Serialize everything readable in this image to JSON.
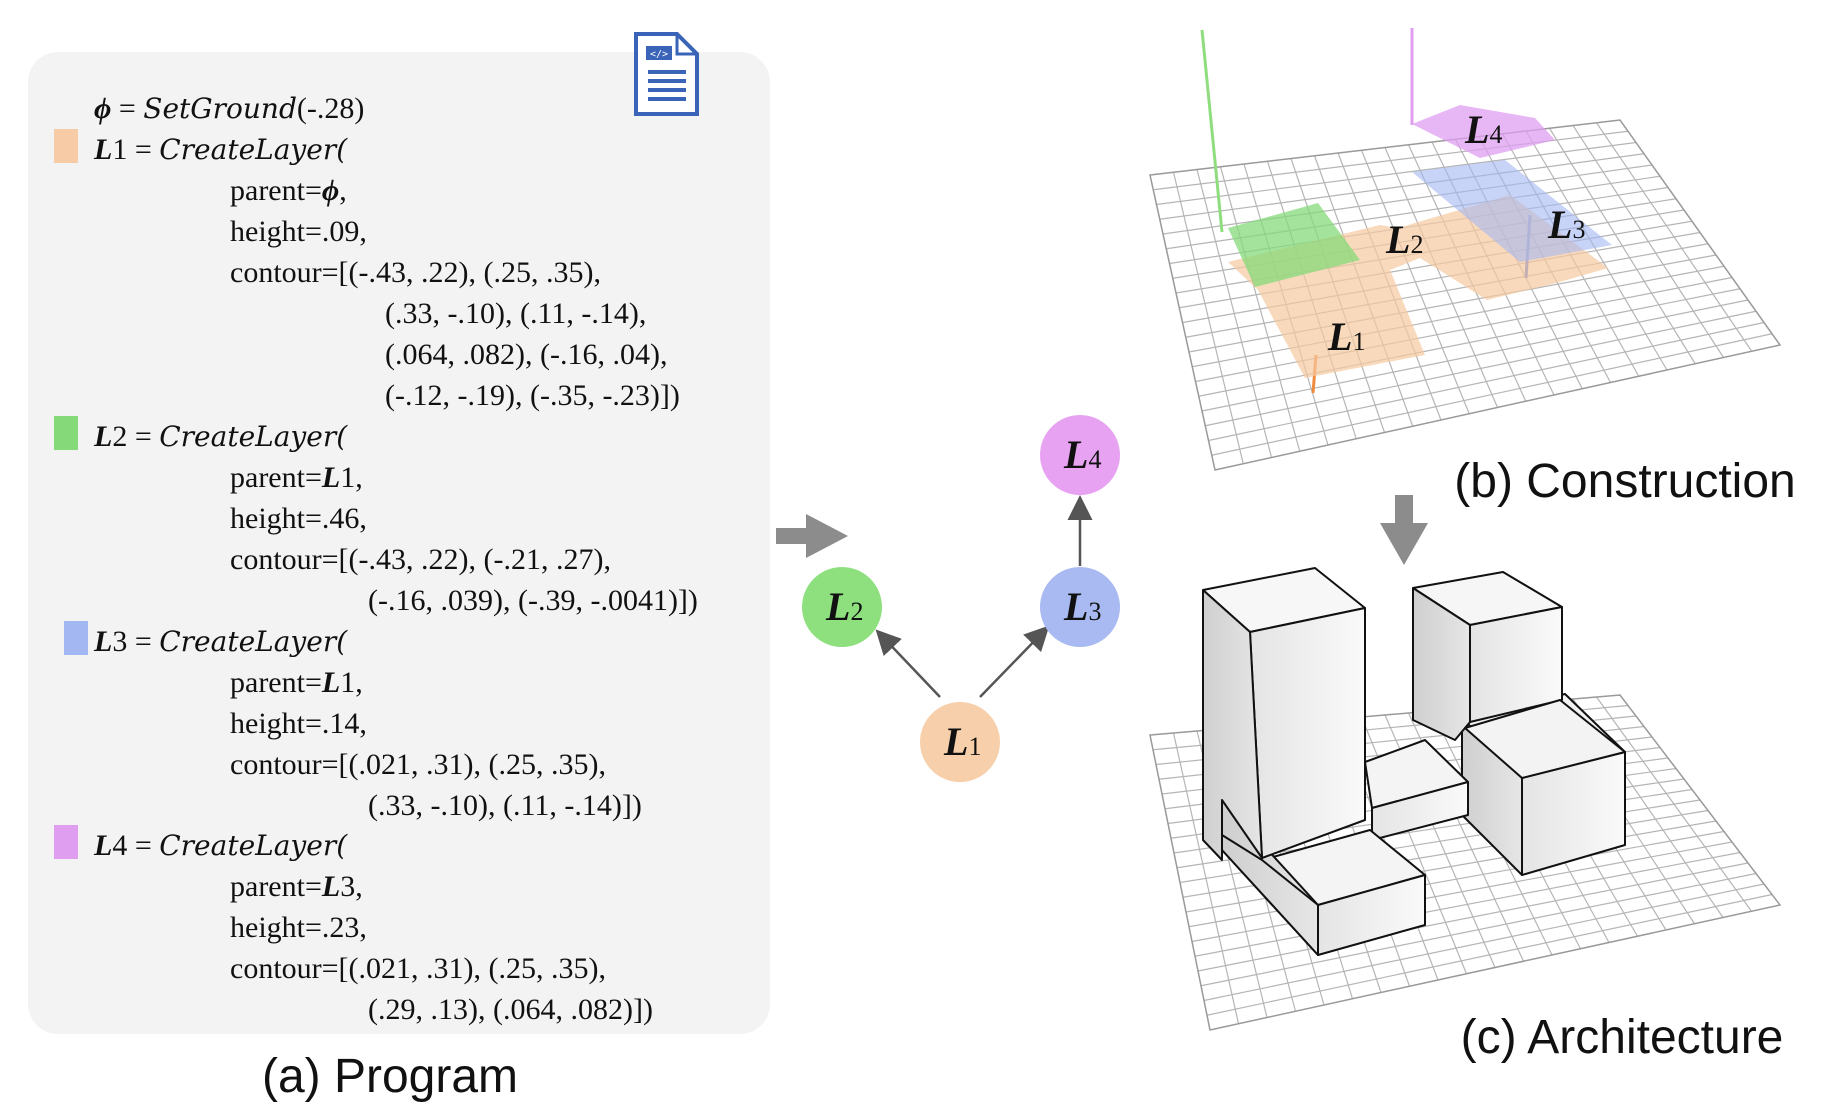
{
  "program": {
    "ground_symbol": "ϕ",
    "ground_fn": "SetGround",
    "ground_arg": "(-.28)",
    "create_fn": "CreateLayer(",
    "layers": [
      {
        "name": "L",
        "sub": "1",
        "swatch": "#f6cba6",
        "parent_sym": "ϕ",
        "parent_sub": "",
        "height": "height=.09,",
        "contour": [
          "contour=[(-.43, .22), (.25, .35),",
          "(.33, -.10), (.11, -.14),",
          "(.064, .082), (-.16, .04),",
          "(-.12, -.19), (-.35, -.23)])"
        ]
      },
      {
        "name": "L",
        "sub": "2",
        "swatch": "#86d979",
        "parent_sym": "L",
        "parent_sub": "1",
        "height": "height=.46,",
        "contour": [
          "contour=[(-.43, .22), (-.21, .27),",
          "(-.16, .039), (-.39, -.0041)])"
        ]
      },
      {
        "name": "L",
        "sub": "3",
        "swatch": "#a3b7f2",
        "parent_sym": "L",
        "parent_sub": "1",
        "height": "height=.14,",
        "contour": [
          "contour=[(.021, .31), (.25, .35),",
          "(.33, -.10), (.11, -.14)])"
        ]
      },
      {
        "name": "L",
        "sub": "4",
        "swatch": "#df9ef0",
        "parent_sym": "L",
        "parent_sub": "3",
        "height": "height=.23,",
        "contour": [
          "contour=[(.021, .31), (.25, .35),",
          "(.29, .13), (.064, .082)])"
        ]
      }
    ],
    "parent_prefix": "parent=",
    "caption": "(a) Program"
  },
  "tree": {
    "nodes": [
      {
        "id": "L1",
        "label": "L",
        "sub": "1",
        "color": "#f7cfaa"
      },
      {
        "id": "L2",
        "label": "L",
        "sub": "2",
        "color": "#8ee07f"
      },
      {
        "id": "L3",
        "label": "L",
        "sub": "3",
        "color": "#a9baf3"
      },
      {
        "id": "L4",
        "label": "L",
        "sub": "4",
        "color": "#e7a2f2"
      }
    ]
  },
  "construction": {
    "caption": "(b) Construction",
    "labels": [
      {
        "label": "L",
        "sub": "1"
      },
      {
        "label": "L",
        "sub": "2"
      },
      {
        "label": "L",
        "sub": "3"
      },
      {
        "label": "L",
        "sub": "4"
      }
    ]
  },
  "architecture": {
    "caption": "(c) Architecture"
  },
  "icons": [
    "code-file-icon",
    "right-arrow-icon",
    "down-arrow-icon"
  ]
}
